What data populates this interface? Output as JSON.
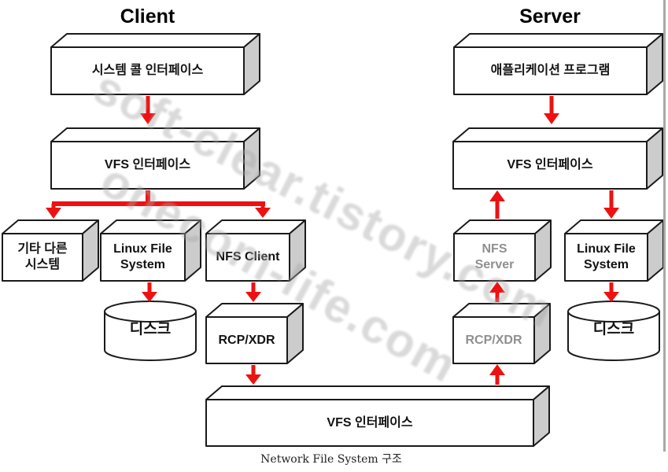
{
  "titles": {
    "client": "Client",
    "server": "Server"
  },
  "caption": "Network File System 구조",
  "watermark": {
    "line1": "soft-clear.tistory.com",
    "line2": "onecom-life.com"
  },
  "colors": {
    "arrow_red": "#ee1111",
    "box_border": "#1a1a1a",
    "box_side_gray": "#cccccc",
    "muted_text": "#8f8f8f",
    "right_border_gray": "#a8a8a8"
  },
  "client": {
    "syscall": "시스템 콜 인터페이스",
    "vfs": "VFS 인터페이스",
    "other_fs": "기타 다른\n시스템",
    "linux_fs": "Linux File\nSystem",
    "nfs_client": "NFS Client",
    "disk": "디스크",
    "rcp_xdr": "RCP/XDR"
  },
  "server": {
    "app": "애플리케이션 프로그램",
    "vfs": "VFS 인터페이스",
    "nfs_server": "NFS\nServer",
    "linux_fs": "Linux File\nSystem",
    "disk": "디스크",
    "rcp_xdr": "RCP/XDR"
  },
  "network": {
    "vfs": "VFS 인터페이스"
  }
}
